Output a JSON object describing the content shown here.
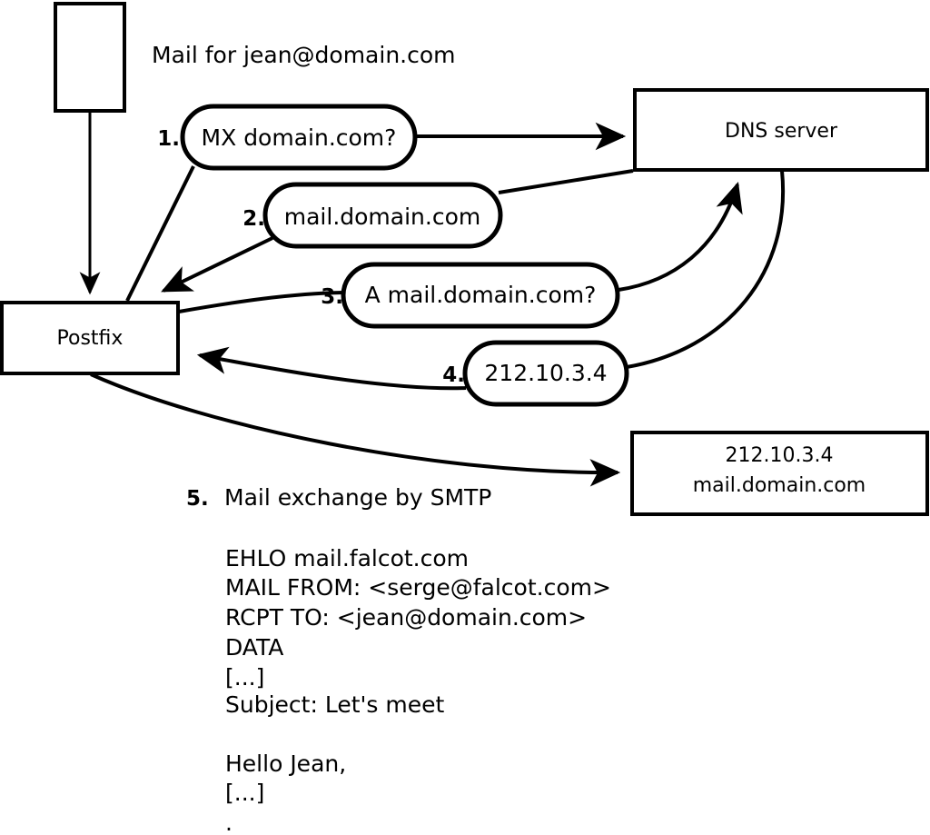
{
  "diagram": {
    "title": "Mail for jean@domain.com",
    "nodes": [
      {
        "id": "sender",
        "label": ""
      },
      {
        "id": "postfix",
        "label": "Postfix"
      },
      {
        "id": "dns",
        "label": "DNS server"
      },
      {
        "id": "mailserver",
        "line1": "212.10.3.4",
        "line2": "mail.domain.com"
      }
    ],
    "steps": [
      {
        "num": "1.",
        "label": "MX domain.com?"
      },
      {
        "num": "2.",
        "label": "mail.domain.com"
      },
      {
        "num": "3.",
        "label": "A mail.domain.com?"
      },
      {
        "num": "4.",
        "label": "212.10.3.4"
      }
    ],
    "step5": {
      "num": "5.",
      "label": "Mail exchange by SMTP"
    },
    "smtp_transcript": [
      "EHLO mail.falcot.com",
      "MAIL FROM: <serge@falcot.com>",
      "RCPT TO: <jean@domain.com>",
      "DATA",
      "[...]",
      "Subject: Let's meet",
      "",
      "Hello Jean,",
      "[...]",
      "",
      "."
    ],
    "colors": {
      "stroke": "#000000",
      "fill": "#ffffff"
    }
  }
}
